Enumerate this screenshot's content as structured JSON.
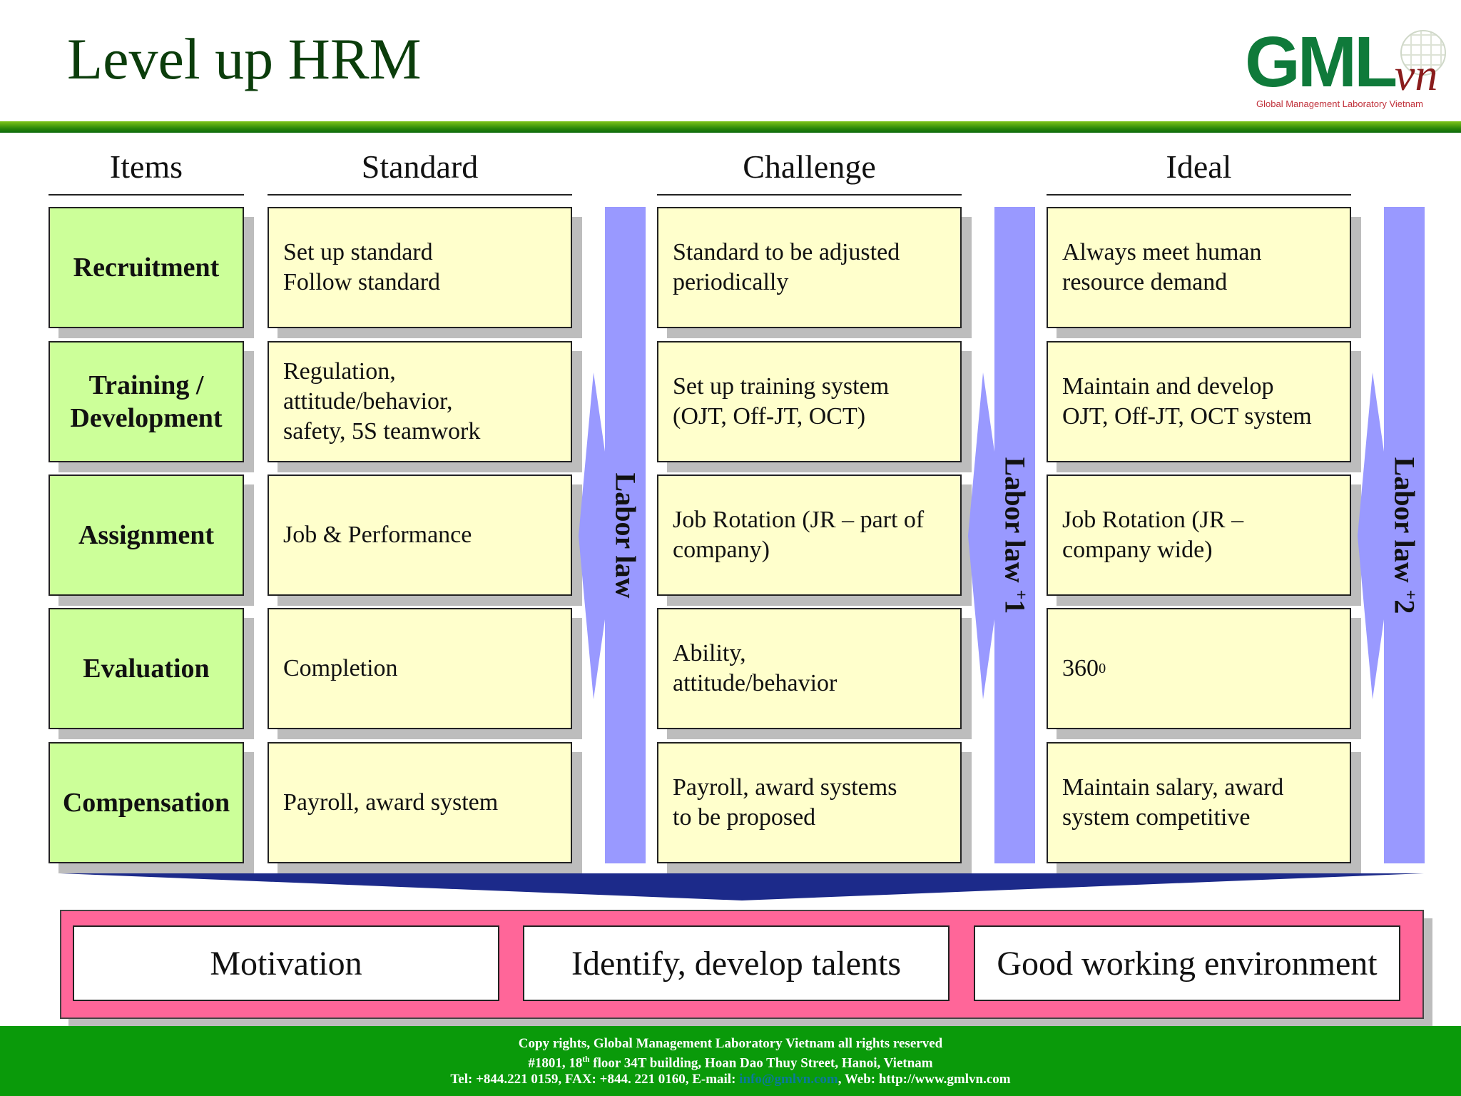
{
  "title": "Level up HRM",
  "logo": {
    "letters": "GML",
    "suffix": "vn",
    "tagline": "Global Management Laboratory Vietnam"
  },
  "columns": [
    "Items",
    "Standard",
    "Challenge",
    "Ideal"
  ],
  "rows": [
    {
      "item": "Recruitment",
      "standard": "Set up standard\nFollow standard",
      "challenge": "Standard to be adjusted\nperiodically",
      "ideal": "Always meet human\nresource demand"
    },
    {
      "item": "Training /\nDevelopment",
      "standard": "Regulation,\nattitude/behavior,\nsafety, 5S teamwork",
      "challenge": "Set up training system\n(OJT, Off-JT, OCT)",
      "ideal": "Maintain and develop\nOJT, Off-JT, OCT system"
    },
    {
      "item": "Assignment",
      "standard": "Job & Performance",
      "challenge": "Job Rotation (JR – part of\ncompany)",
      "ideal": "Job Rotation (JR –\ncompany wide)"
    },
    {
      "item": "Evaluation",
      "standard": "Completion",
      "challenge": "Ability,\nattitude/behavior",
      "ideal": "360",
      "ideal_sup": "0"
    },
    {
      "item": "Compensation",
      "standard": "Payroll, award system",
      "challenge": "Payroll, award systems\nto be proposed",
      "ideal": "Maintain salary, award\nsystem competitive"
    }
  ],
  "labor_law": [
    {
      "label": "Labor law",
      "sup": "",
      "suffix": ""
    },
    {
      "label": "Labor law ",
      "sup": "+",
      "suffix": "1"
    },
    {
      "label": "Labor law ",
      "sup": "+",
      "suffix": "2"
    }
  ],
  "outcomes": [
    "Motivation",
    "Identify, develop talents",
    "Good working environment"
  ],
  "footer": {
    "line1": "Copy rights, Global Management Laboratory Vietnam all rights reserved",
    "line2_a": "#1801, 18",
    "line2_sup": "th",
    "line2_b": " floor 34T building, Hoan Dao Thuy Street, Hanoi, Vietnam",
    "line3_a": "Tel: +844.221 0159, FAX: +844. 221 0160, E-mail: ",
    "email": "info@gmlvn.com",
    "line3_b": ", Web: http://www.gmlvn.com"
  },
  "colors": {
    "item_fill": "#ccff99",
    "value_fill": "#ffffcc",
    "labor_law": "#9999ff",
    "outcome_frame": "#ff6699",
    "footer": "#0a9a0a",
    "title": "#0b3d0b"
  }
}
